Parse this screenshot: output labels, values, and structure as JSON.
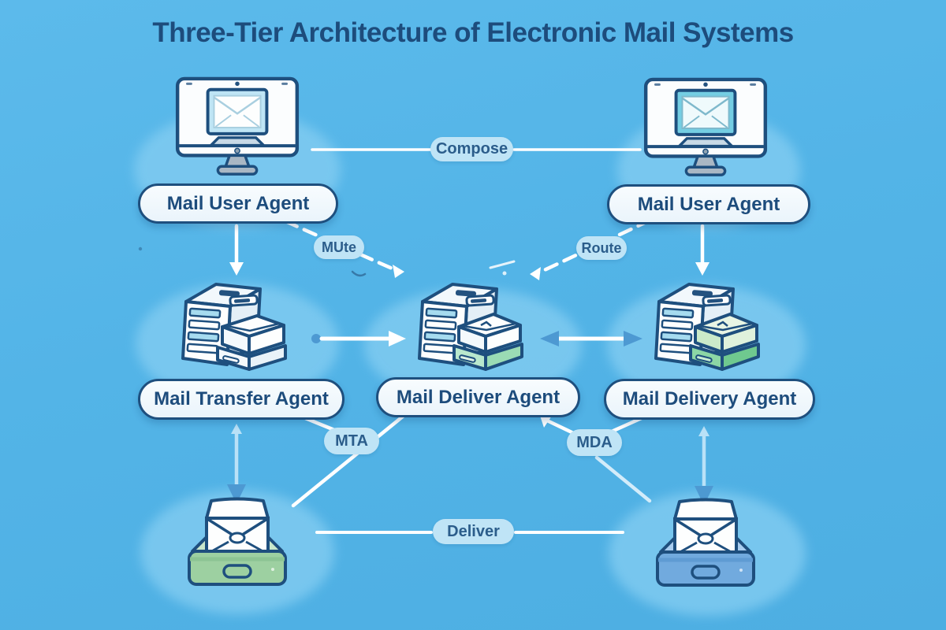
{
  "title": "Three-Tier Architecture of Electronic Mail Systems",
  "nodes": {
    "mua_left": {
      "label": "Mail User Agent",
      "icon": "desktop-mail-icon"
    },
    "mua_right": {
      "label": "Mail User Agent",
      "icon": "desktop-mail-icon"
    },
    "mta": {
      "label": "Mail Transfer Agent",
      "icon": "mail-server-icon"
    },
    "mda_center": {
      "label": "Mail Deliver Agent",
      "icon": "mail-server-icon"
    },
    "mda_right": {
      "label": "Mail Delivery Agent",
      "icon": "mail-server-icon"
    },
    "mailbox_left": {
      "icon": "mailbox-tray-icon"
    },
    "mailbox_right": {
      "icon": "mailbox-tray-icon"
    }
  },
  "edge_labels": {
    "compose": "Compose",
    "mute": "MUte",
    "route": "Route",
    "mta": "MTA",
    "mda": "MDA",
    "deliver": "Deliver"
  },
  "colors": {
    "background": "#53b4e7",
    "title_text": "#1d4c7c",
    "node_pill_bg": "#f5fafd",
    "node_pill_border": "#1e4f7e",
    "tag_pill_bg": "#bfe4f6",
    "arrow_blue": "#4d99d2",
    "connector_white": "#ffffff",
    "connector_light_blue": "#b9e1f7",
    "glow_ellipse": "#82ccf1",
    "tray_green": "#9dd0a1",
    "tray_blue": "#71aade",
    "screen_panel_left": "#bfe5f5",
    "screen_panel_right": "#74cee3"
  }
}
